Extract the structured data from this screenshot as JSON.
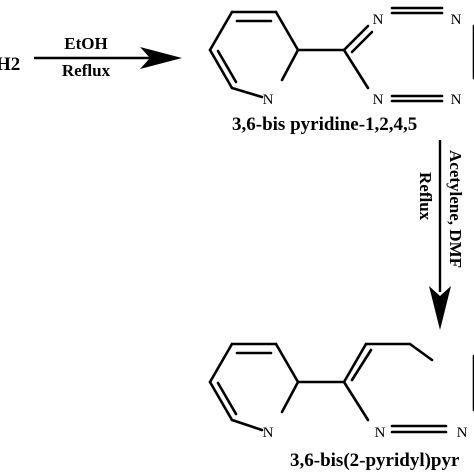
{
  "reaction": {
    "reactant_fragment": "H2",
    "step1": {
      "reagent": "EtOH",
      "condition": "Reflux"
    },
    "step2": {
      "reagent": "Acetylene, DMF",
      "condition": "Reflux"
    }
  },
  "intermediate": {
    "name": "3,6-bis pyridine-1,2,4,5",
    "atoms": {
      "pyridine_n": "N",
      "ring_n_top_left": "N",
      "ring_n_top_right": "N",
      "ring_n_bottom_left": "N",
      "ring_n_bottom_right": "N"
    }
  },
  "product": {
    "name": "3,6-bis(2-pyridyl)pyr",
    "atoms": {
      "pyridine_n": "N",
      "ring_n_left": "N",
      "ring_n_right": "N"
    }
  }
}
